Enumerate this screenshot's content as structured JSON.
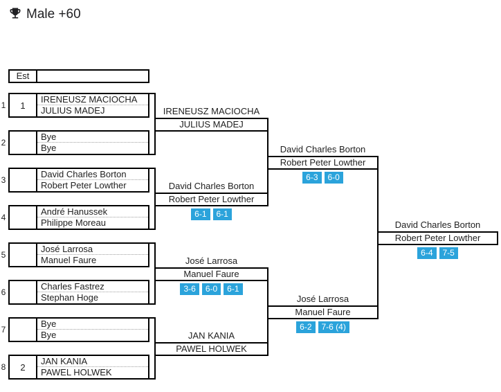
{
  "header": {
    "title": "Male +60"
  },
  "est_label": "Est",
  "colors": {
    "score_badge": "#2BA3DB",
    "border": "#000000",
    "text": "#212121",
    "dotted_divider": "#9E9E9E"
  },
  "round1": [
    {
      "n": "1",
      "seed": "1",
      "p1": "IRENEUSZ MACIOCHA",
      "p2": "JULIUS MADEJ"
    },
    {
      "n": "2",
      "seed": "",
      "p1": "Bye",
      "p2": "Bye"
    },
    {
      "n": "3",
      "seed": "",
      "p1": "David Charles Borton",
      "p2": "Robert Peter Lowther"
    },
    {
      "n": "4",
      "seed": "",
      "p1": "André Hanussek",
      "p2": "Philippe Moreau"
    },
    {
      "n": "5",
      "seed": "",
      "p1": "José Larrosa",
      "p2": "Manuel Faure"
    },
    {
      "n": "6",
      "seed": "",
      "p1": "Charles Fastrez",
      "p2": "Stephan Hoge"
    },
    {
      "n": "7",
      "seed": "",
      "p1": "Bye",
      "p2": "Bye"
    },
    {
      "n": "8",
      "seed": "2",
      "p1": "JAN KANIA",
      "p2": "PAWEL HOLWEK"
    }
  ],
  "round2": [
    {
      "p1": "IRENEUSZ MACIOCHA",
      "p2": "JULIUS MADEJ",
      "scores": []
    },
    {
      "p1": "David Charles Borton",
      "p2": "Robert Peter Lowther",
      "scores": [
        "6-1",
        "6-1"
      ]
    },
    {
      "p1": "José Larrosa",
      "p2": "Manuel Faure",
      "scores": [
        "3-6",
        "6-0",
        "6-1"
      ]
    },
    {
      "p1": "JAN KANIA",
      "p2": "PAWEL HOLWEK",
      "scores": []
    }
  ],
  "semifinals": [
    {
      "p1": "David Charles Borton",
      "p2": "Robert Peter Lowther",
      "scores": [
        "6-3",
        "6-0"
      ]
    },
    {
      "p1": "José Larrosa",
      "p2": "Manuel Faure",
      "scores": [
        "6-2",
        "7-6 (4)"
      ]
    }
  ],
  "final": {
    "p1": "David Charles Borton",
    "p2": "Robert Peter Lowther",
    "scores": [
      "6-4",
      "7-5"
    ]
  }
}
